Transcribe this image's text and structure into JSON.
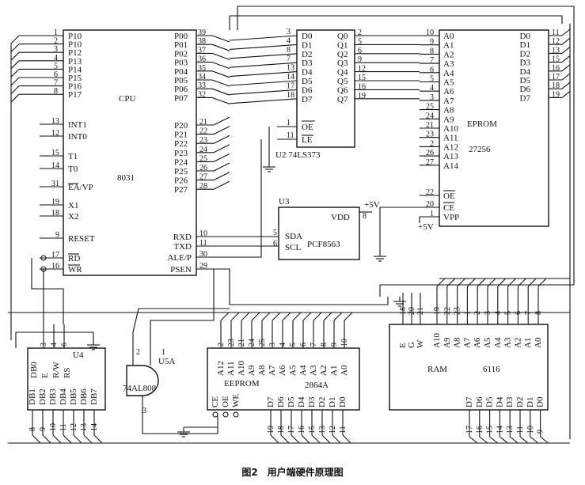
{
  "caption": "图2　用户端硬件原理图",
  "cpu": {
    "name": "CPU",
    "part": "8031",
    "left_pins": [
      {
        "num": "1",
        "label": "P10"
      },
      {
        "num": "2",
        "label": "P10"
      },
      {
        "num": "3",
        "label": "P12"
      },
      {
        "num": "4",
        "label": "P13"
      },
      {
        "num": "5",
        "label": "P14"
      },
      {
        "num": "6",
        "label": "P15"
      },
      {
        "num": "7",
        "label": "P16"
      },
      {
        "num": "8",
        "label": "P17"
      }
    ],
    "left_pins_b": [
      {
        "num": "13",
        "label": "INT1"
      },
      {
        "num": "12",
        "label": "INT0"
      },
      {
        "num": "15",
        "label": "T1"
      },
      {
        "num": "14",
        "label": "T0"
      },
      {
        "num": "31",
        "label": "EA/VP"
      },
      {
        "num": "19",
        "label": "X1"
      },
      {
        "num": "18",
        "label": "X2"
      },
      {
        "num": "9",
        "label": "RESET"
      },
      {
        "num": "17",
        "label": "RD"
      },
      {
        "num": "16",
        "label": "WR"
      }
    ],
    "p0_pins": [
      {
        "num": "39",
        "label": "P00"
      },
      {
        "num": "38",
        "label": "P01"
      },
      {
        "num": "37",
        "label": "P02"
      },
      {
        "num": "36",
        "label": "P03"
      },
      {
        "num": "35",
        "label": "P04"
      },
      {
        "num": "34",
        "label": "P05"
      },
      {
        "num": "33",
        "label": "P06"
      },
      {
        "num": "32",
        "label": "P07"
      }
    ],
    "p2_pins": [
      {
        "num": "21",
        "label": "P20"
      },
      {
        "num": "22",
        "label": "P21"
      },
      {
        "num": "23",
        "label": "P22"
      },
      {
        "num": "24",
        "label": "P23"
      },
      {
        "num": "25",
        "label": "P24"
      },
      {
        "num": "26",
        "label": "P25"
      },
      {
        "num": "27",
        "label": "P26"
      },
      {
        "num": "28",
        "label": "P27"
      }
    ],
    "ctrl_pins": [
      {
        "num": "10",
        "label": "RXD"
      },
      {
        "num": "11",
        "label": "TXD"
      },
      {
        "num": "30",
        "label": "ALE/P"
      },
      {
        "num": "29",
        "label": "PSEN"
      }
    ]
  },
  "latch": {
    "name": "U2  74LS373",
    "d_pins": [
      {
        "num": "3",
        "label": "D0"
      },
      {
        "num": "4",
        "label": "D1"
      },
      {
        "num": "8",
        "label": "D2"
      },
      {
        "num": "7",
        "label": "D3"
      },
      {
        "num": "13",
        "label": "D4"
      },
      {
        "num": "14",
        "label": "D5"
      },
      {
        "num": "17",
        "label": "D6"
      },
      {
        "num": "18",
        "label": "D7"
      }
    ],
    "q_pins": [
      {
        "num": "2",
        "label": "Q0"
      },
      {
        "num": "5",
        "label": "Q1"
      },
      {
        "num": "6",
        "label": "Q2"
      },
      {
        "num": "9",
        "label": "Q3"
      },
      {
        "num": "12",
        "label": "Q4"
      },
      {
        "num": "15",
        "label": "Q5"
      },
      {
        "num": "16",
        "label": "Q6"
      },
      {
        "num": "19",
        "label": "Q7"
      }
    ],
    "oe": {
      "num": "1",
      "label": "OE"
    },
    "le": {
      "num": "11",
      "label": "LE"
    }
  },
  "eprom": {
    "name": "EPROM",
    "part": "27256",
    "a_pins": [
      {
        "num": "10",
        "label": "A0"
      },
      {
        "num": "9",
        "label": "A1"
      },
      {
        "num": "8",
        "label": "A2"
      },
      {
        "num": "7",
        "label": "A3"
      },
      {
        "num": "6",
        "label": "A4"
      },
      {
        "num": "5",
        "label": "A5"
      },
      {
        "num": "4",
        "label": "A6"
      },
      {
        "num": "3",
        "label": "A7"
      },
      {
        "num": "25",
        "label": "A8"
      },
      {
        "num": "24",
        "label": "A9"
      },
      {
        "num": "21",
        "label": "A10"
      },
      {
        "num": "23",
        "label": "A11"
      },
      {
        "num": "2",
        "label": "A12"
      },
      {
        "num": "26",
        "label": "A13"
      },
      {
        "num": "27",
        "label": "A14"
      }
    ],
    "d_pins": [
      {
        "num": "11",
        "label": "D0"
      },
      {
        "num": "12",
        "label": "D1"
      },
      {
        "num": "13",
        "label": "D2"
      },
      {
        "num": "15",
        "label": "D3"
      },
      {
        "num": "16",
        "label": "D4"
      },
      {
        "num": "17",
        "label": "D5"
      },
      {
        "num": "18",
        "label": "D6"
      },
      {
        "num": "19",
        "label": "D7"
      }
    ],
    "ctrl_pins": [
      {
        "num": "22",
        "label": "OE"
      },
      {
        "num": "20",
        "label": "CE"
      },
      {
        "num": "1",
        "label": "VPP"
      }
    ],
    "vpp_supply": "+5V"
  },
  "rtc": {
    "ref": "U3",
    "part": "PCF8563",
    "pins": [
      {
        "num": "5",
        "label": "SDA"
      },
      {
        "num": "6",
        "label": "SCL"
      },
      {
        "num": "8",
        "label": "VDD"
      }
    ],
    "supply": "+5V"
  },
  "lcd": {
    "ref": "U4",
    "pins_top": [
      {
        "num": "4",
        "label": "RS"
      },
      {
        "num": "",
        "label": "R/W"
      },
      {
        "num": "",
        "label": "E"
      },
      {
        "num": "",
        "label": "DB0"
      }
    ],
    "top_nums": [
      "3",
      "4",
      "6"
    ],
    "pins_bottom": [
      {
        "num": "8",
        "label": "DB1"
      },
      {
        "num": "9",
        "label": "DB2"
      },
      {
        "num": "10",
        "label": "DB3"
      },
      {
        "num": "11",
        "label": "DB4"
      },
      {
        "num": "12",
        "label": "DB5"
      },
      {
        "num": "13",
        "label": "DB6"
      },
      {
        "num": "14",
        "label": "DB7"
      }
    ]
  },
  "gate": {
    "ref": "U5A",
    "part": "74AL808",
    "pins": [
      "2",
      "1",
      "3"
    ]
  },
  "eeprom": {
    "name": "EEPROM",
    "part": "2864A",
    "top_labels": [
      "A12",
      "A11",
      "A10",
      "A9",
      "A8",
      "A7",
      "A6",
      "A5",
      "A4",
      "A3",
      "A2",
      "A1",
      "A0"
    ],
    "top_nums": [
      "2",
      "23",
      "21",
      "24",
      "25",
      "3",
      "4",
      "5",
      "6",
      "7",
      "8",
      "9",
      "10"
    ],
    "bottom_labels": [
      "D7",
      "D6",
      "D5",
      "D4",
      "D3",
      "D2",
      "D1",
      "D0"
    ],
    "bottom_nums": [
      "19",
      "18",
      "17",
      "16",
      "15",
      "13",
      "12",
      "11"
    ],
    "ctrl_labels": [
      "CE",
      "OE",
      "WE"
    ]
  },
  "ram": {
    "name": "RAM",
    "part": "6116",
    "ctrl_labels": [
      "E",
      "G",
      "W"
    ],
    "ctrl_nums": [
      "18",
      "20",
      "21"
    ],
    "top_labels": [
      "A10",
      "A9",
      "A8",
      "A7",
      "A6",
      "A5",
      "A4",
      "A3",
      "A2",
      "A1",
      "A0"
    ],
    "top_nums": [
      "19",
      "22",
      "23",
      "1",
      "2",
      "3",
      "4",
      "5",
      "6",
      "7",
      "8"
    ],
    "bottom_labels": [
      "D7",
      "D6",
      "D5",
      "D4",
      "D3",
      "D2",
      "D1",
      "D0"
    ],
    "bottom_nums": [
      "17",
      "16",
      "15",
      "14",
      "13",
      "11",
      "10",
      "9"
    ]
  }
}
